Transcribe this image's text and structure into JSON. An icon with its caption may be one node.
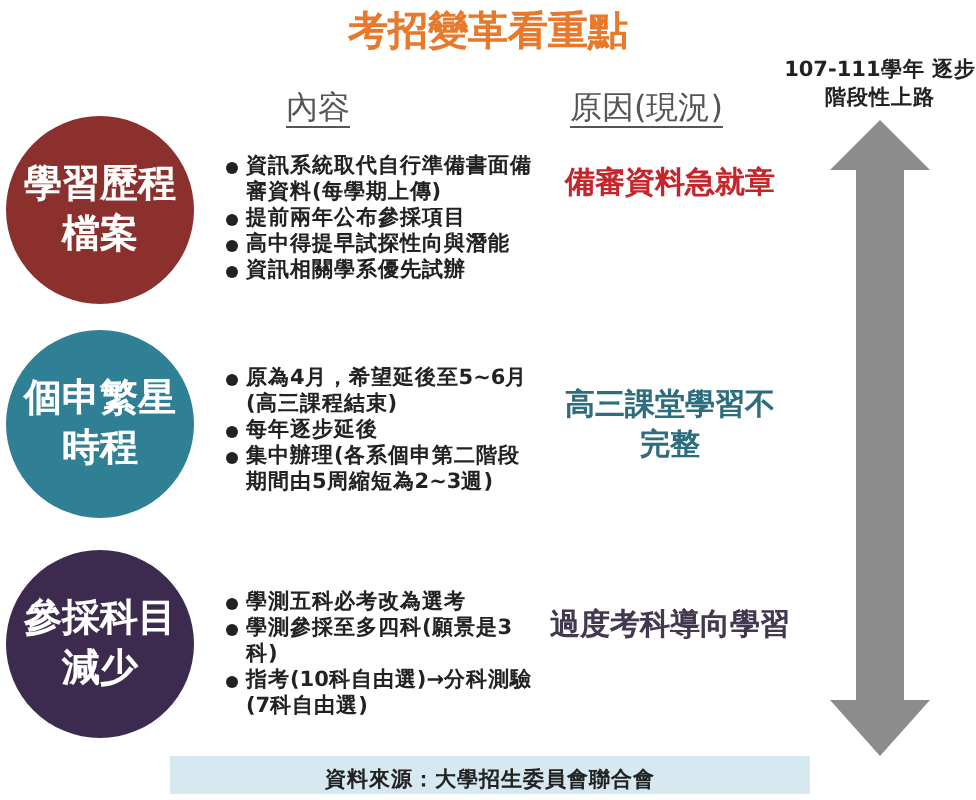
{
  "diagram": {
    "title": "考招變革看重點",
    "nodes": [
      {
        "text": [
          "學習歷程檔案"
        ]
      },
      {
        "text": [
          "個申繁星時程"
        ]
      },
      {
        "text": [
          "參採科目減少"
        ]
      }
    ],
    "labels": [
      "內容",
      "原因(現況)",
      "107-111學年 逐步階段性上路",
      "資訊系統取代自行準備書面備審資料(每學期上傳)",
      "提前兩年公布參採項目",
      "高中得提早試探性向與潛能",
      "資訊相關學系優先試辦",
      "備審資料急就章",
      "原為4月，希望延後至5~6月(高三課程結束)",
      "每年逐步延後",
      "集中辦理(各系個申第二階段期間由5周縮短為2~3週)",
      "高三課堂學習不完整",
      "學測五科必考改為選考",
      "學測參採至多四科(願景是3科)",
      "指考(10科自由選)→分科測驗(7科自由選)",
      "過度考科導向學習",
      "資料來源：大學招生委員會聯合會"
    ]
  }
}
